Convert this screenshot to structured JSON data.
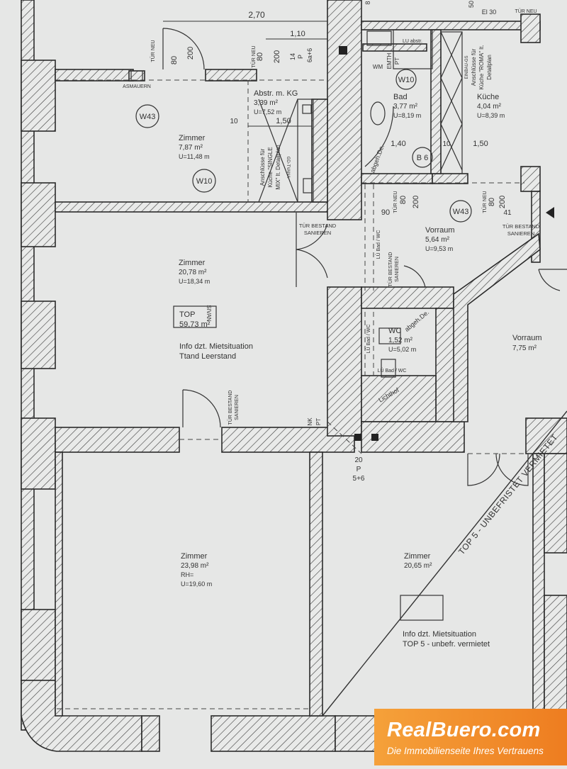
{
  "dimensions": {
    "d_270": "2,70",
    "d_110": "1,10",
    "d_150a": "1,50",
    "d_140": "1,40",
    "d_150b": "1,50",
    "d_10a": "10",
    "d_10b": "10",
    "d_14": "14",
    "d_p_top": "P",
    "d_6a6": "6a+6",
    "d_80_a": "80",
    "d_200_a": "200",
    "d_80_b": "80",
    "d_200_b": "200",
    "d_80_c": "80",
    "d_200_c": "200",
    "d_80_d": "80",
    "d_200_d": "200",
    "d_90": "90",
    "d_41": "41",
    "d_el30": "El 30",
    "d_8": "8",
    "d_50": "50",
    "shaft_20": "20",
    "shaft_p": "P",
    "shaft_56": "5+6"
  },
  "door_labels": {
    "tuer_neu_1": "TÜR NEU",
    "tuer_neu_2": "TÜR NEU",
    "tuer_neu_3": "TÜR NEU",
    "tuer_neu_4": "TÜR NEU",
    "tuer_neu_5": "TÜR NEU",
    "tb_1_l1": "TÜR BESTAND",
    "tb_1_l2": "SANIEREN",
    "tb_2_l1": "TÜR BESTAND",
    "tb_2_l2": "SANIEREN",
    "tb_3_l1": "TÜR BESTAND",
    "tb_3_l2": "SANIEREN",
    "tb_4_l1": "TÜR BESTAND",
    "tb_4_l2": "SANIEREN"
  },
  "tags": {
    "w43_a": "W43",
    "w43_b": "W43",
    "w10_a": "W10",
    "w10_b": "W10",
    "b6": "B 6",
    "asmauern": "ASMAUERN",
    "wm": "WM",
    "emth": "EMTH",
    "pt_top": "PT",
    "nk": "NK",
    "pt_mid": "PT",
    "abgeh_de1": "abgeh.De.",
    "abgeh_de2": "abgeh.De.",
    "lue_bad_wc1": "LÜ Bad / WC",
    "lue_bad_wc2": "LÜ Bad / WC",
    "lue_bad_wc3": "LÜ Bad / WC",
    "lichthof": "Lichthof",
    "zu_abstr": "LU abstr.",
    "mirror_text": "SIVAN",
    "anschl_single_l1": "Anschlüsse für",
    "anschl_single_l2": "Küche \"SINGLE",
    "anschl_single_l3": "MIX\" lt. Detailplan",
    "anschl_single_l4": "GD-TVANA",
    "anschl_roma_l1": "EINBAU-GS",
    "anschl_roma_l2": "Anschlüsse für",
    "anschl_roma_l3": "Küche \"ROMA\" lt.",
    "anschl_roma_l4": "Detailplan",
    "top5_diag": "TOP 5 - UNBEFRISTET VERMIETET"
  },
  "rooms": {
    "zimmer1": {
      "name": "Zimmer",
      "area": "7,87 m²",
      "perimeter": "U=11,48 m"
    },
    "abstr": {
      "name": "Abstr. m. KG",
      "area": "3,39 m²",
      "perimeter": "U=7,52 m"
    },
    "bad": {
      "name": "Bad",
      "area": "3,77 m²",
      "perimeter": "U=8,19 m"
    },
    "kueche": {
      "name": "Küche",
      "area": "4,04 m²",
      "perimeter": "U=8,39 m"
    },
    "zimmer2": {
      "name": "Zimmer",
      "area": "20,78 m²",
      "perimeter": "U=18,34 m"
    },
    "vorraum1": {
      "name": "Vorraum",
      "area": "5,64 m²",
      "perimeter": "U=9,53 m"
    },
    "wc": {
      "name": "WC",
      "area": "1,52 m²",
      "perimeter": "U=5,02 m"
    },
    "vorraum2": {
      "name": "Vorraum",
      "area": "7,75 m²"
    },
    "zimmer3": {
      "name": "Zimmer",
      "area": "23,98 m²",
      "rh": "RH=",
      "perimeter": "U=19,60 m"
    },
    "zimmer4": {
      "name": "Zimmer",
      "area": "20,65 m²"
    }
  },
  "notes": {
    "top_label": "TOP",
    "top_area": "59,73 m²",
    "info_line1": "Info dzt. Mietsituation",
    "info_line2": "Ttand  Leerstand",
    "info5_line1": "Info dzt. Mietsituation",
    "info5_line2": "TOP 5 - unbefr. vermietet"
  },
  "branding": {
    "name": "RealBuero.com",
    "tagline": "Die Immobilienseite Ihres Vertrauens"
  },
  "colors": {
    "paper": "#e6e7e6",
    "line": "#2a2a2a",
    "brand_orange": "#f29233"
  }
}
